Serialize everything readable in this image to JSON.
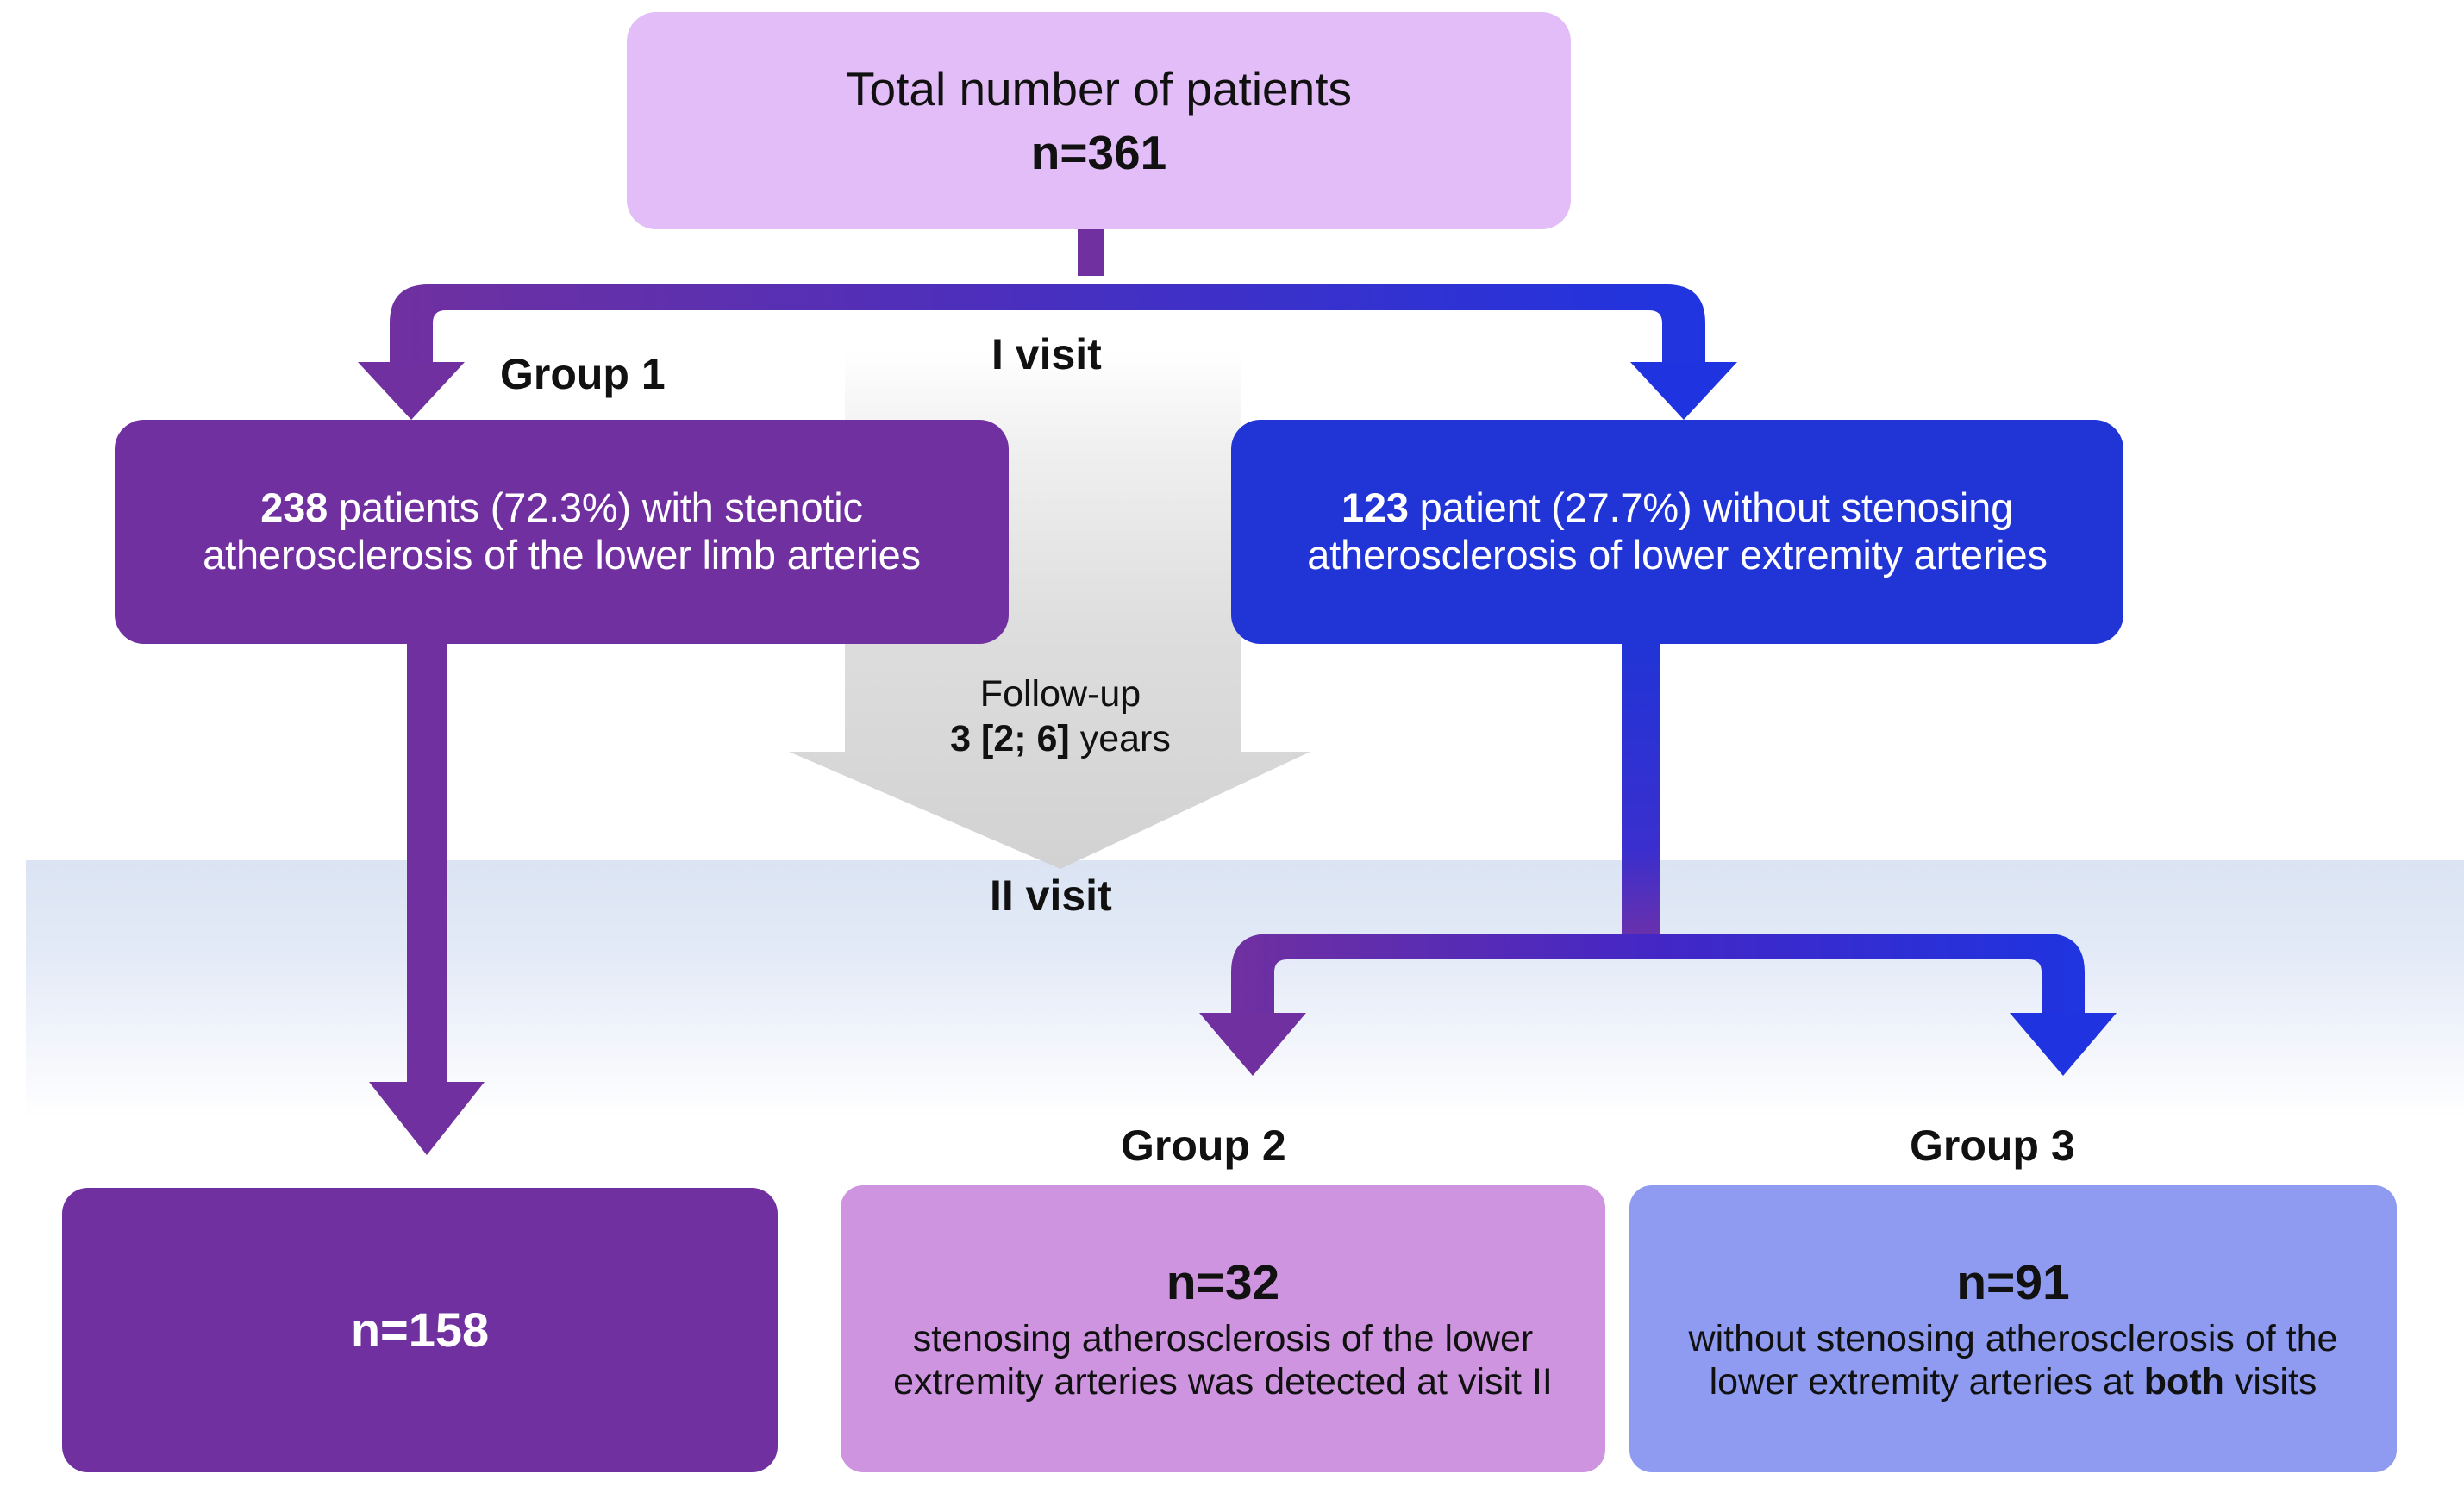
{
  "diagram": {
    "title_box": {
      "line1": "Total number of patients",
      "line2": "n=361"
    },
    "stage_labels": {
      "visit1": "I visit",
      "visit2": "II visit",
      "group1": "Group 1",
      "group2": "Group 2",
      "group3": "Group 3"
    },
    "followup": {
      "line1": "Follow-up",
      "value": "3 [2; 6]",
      "unit": " years"
    },
    "group1_box": {
      "count": "238",
      "text": " patients (72.3%) with stenotic atherosclerosis of the lower limb arteries"
    },
    "blue_box": {
      "count": "123",
      "text": " patient (27.7%) without stenosing atherosclerosis of lower extremity arteries"
    },
    "bottom_left_box": {
      "value": "n=158"
    },
    "group2_box": {
      "value": "n=32",
      "text": "stenosing atherosclerosis of the lower extremity arteries was detected at visit II"
    },
    "group3_box": {
      "value": "n=91",
      "text_before": "without stenosing atherosclerosis of the lower extremity arteries at ",
      "text_bold": "both",
      "text_after": " visits"
    },
    "colors": {
      "lavender": "#e2bdf7",
      "purple": "#7030a0",
      "blue": "#2134d6",
      "light_purple": "#ce94e0",
      "light_blue": "#8e9bf0",
      "gray_arrow": "#d9d9d9",
      "wash": "#dbe4f3"
    }
  }
}
